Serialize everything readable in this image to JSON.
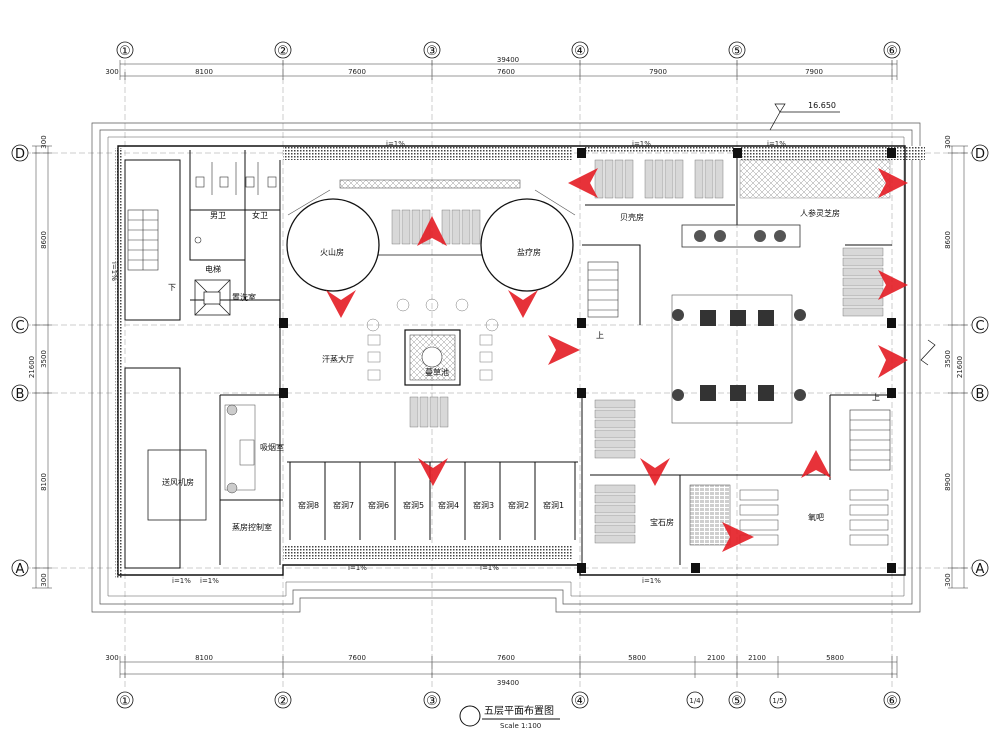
{
  "drawing": {
    "title": "五层平面布置图",
    "scale": "Scale 1:100",
    "elevation": "16.650"
  },
  "axes": {
    "columns": [
      "①",
      "②",
      "③",
      "④",
      "⑤",
      "⑥"
    ],
    "bottom_extra": [
      "1/4",
      "1/5"
    ],
    "rows": [
      "D",
      "C",
      "B",
      "A"
    ]
  },
  "dimensions": {
    "top_total": "39400",
    "top_edge": "300",
    "top_spans": [
      "8100",
      "7600",
      "7600",
      "7900",
      "7900"
    ],
    "bottom_total": "39400",
    "bottom_edge": "300",
    "bottom_spans": [
      "8100",
      "7600",
      "7600",
      "5800",
      "2100",
      "2100",
      "5800"
    ],
    "left_total": "21600",
    "left_spans": [
      "300",
      "8600",
      "3500",
      "8100",
      "300"
    ],
    "right_total": "21600",
    "right_spans": [
      "300",
      "8600",
      "3500",
      "8900",
      "300"
    ]
  },
  "slopes": [
    "i=1%",
    "i=1%",
    "i=1%",
    "i=1%",
    "i=1%",
    "i=1%",
    "i=1%",
    "i=1%",
    "i=1%"
  ],
  "rooms": {
    "mens_wc": "男卫",
    "womens_wc": "女卫",
    "elevator": "电梯",
    "cleaning": "置洗室",
    "volcano": "火山房",
    "salt": "盐疗房",
    "sweat_hall": "汗蒸大厅",
    "smoking": "吸烟室",
    "air_supply": "送风机房",
    "steam_control": "蒸房控制室",
    "cave8": "窑洞8",
    "cave7": "窑洞7",
    "cave6": "窑洞6",
    "cave5": "窑洞5",
    "cave4": "窑洞4",
    "cave3": "窑洞3",
    "cave2": "窑洞2",
    "cave1": "窑洞1",
    "shell": "贝壳房",
    "ginseng": "人参灵芝房",
    "gem": "宝石房",
    "oxygen": "氧吧",
    "pool": "蔓草池",
    "stair_down": "下",
    "stair_up1": "上",
    "stair_up2": "上"
  }
}
